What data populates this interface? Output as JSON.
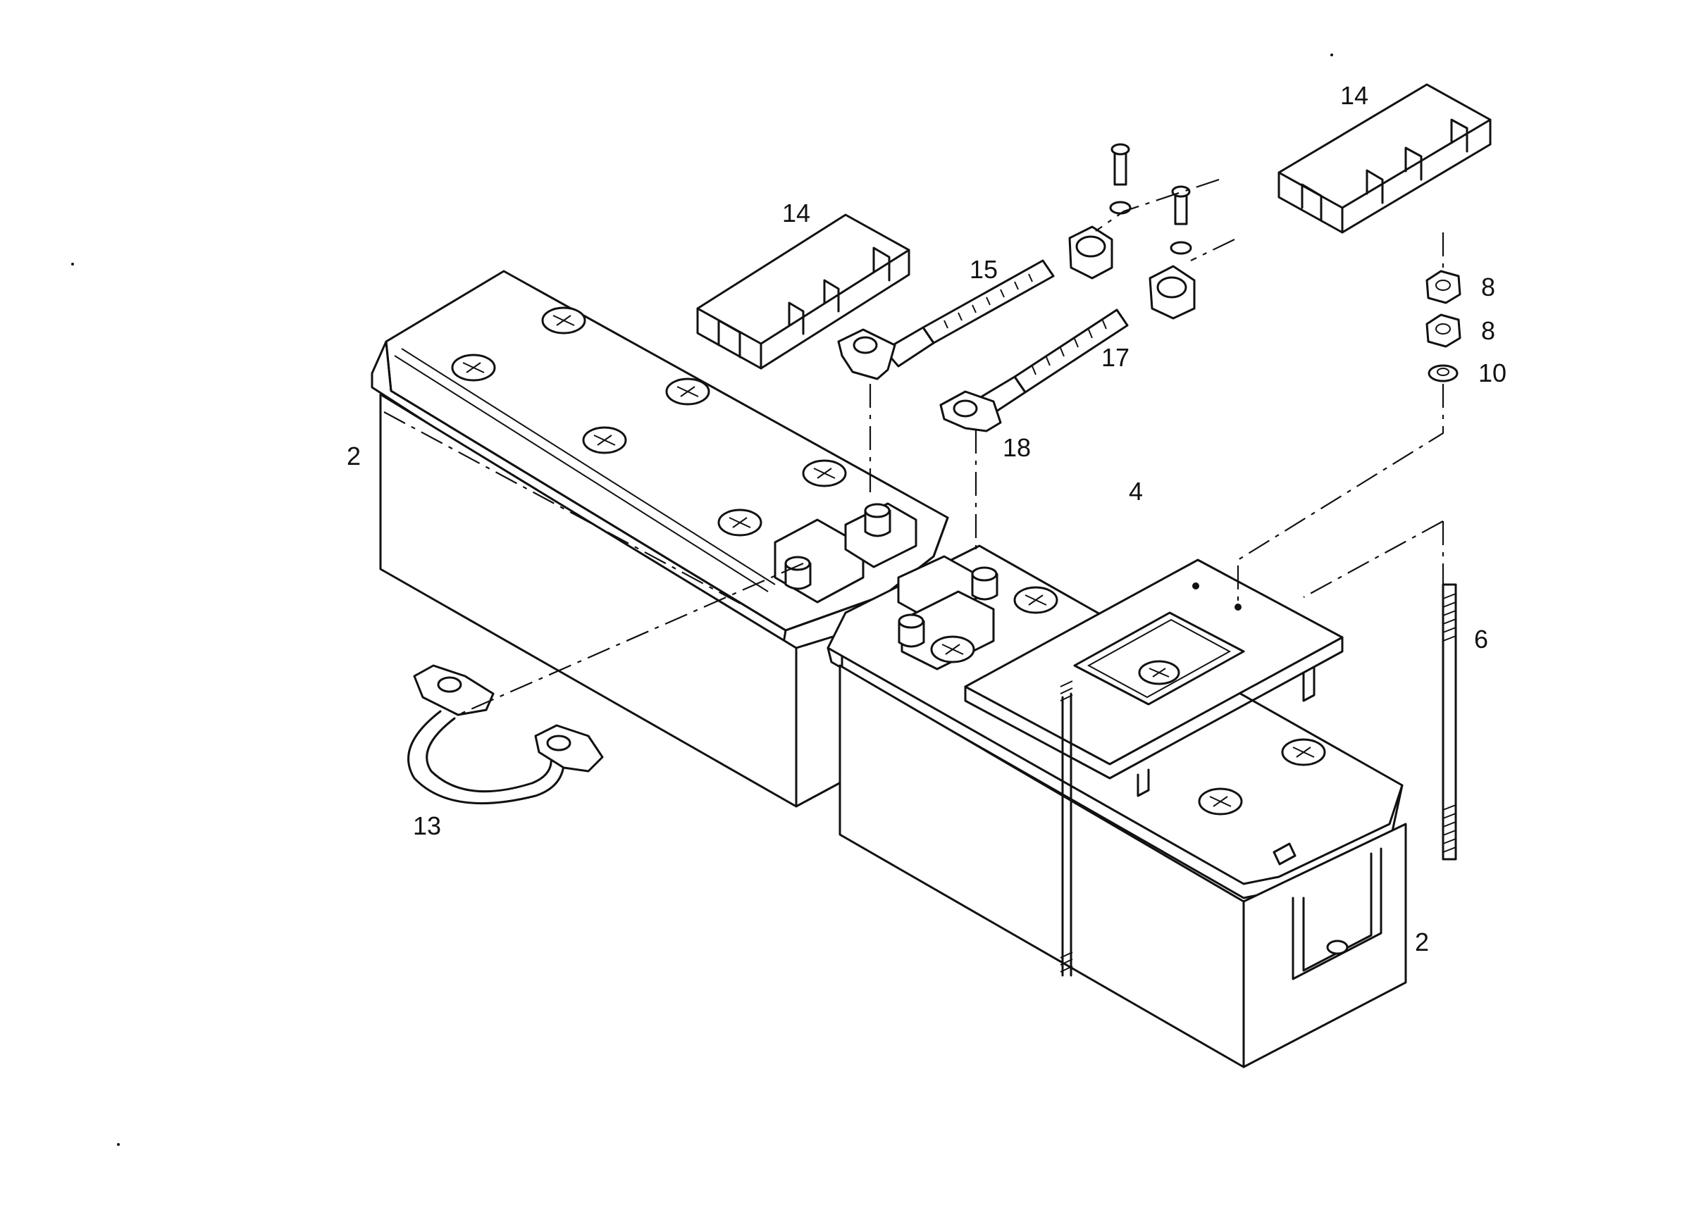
{
  "diagram": {
    "callouts": [
      {
        "id": "left-battery",
        "text": "2"
      },
      {
        "id": "right-battery",
        "text": "2"
      },
      {
        "id": "clamp-plate",
        "text": "4"
      },
      {
        "id": "threaded-rod",
        "text": "6"
      },
      {
        "id": "nut-upper",
        "text": "8"
      },
      {
        "id": "nut-lower",
        "text": "8"
      },
      {
        "id": "washer",
        "text": "10"
      },
      {
        "id": "bridge-cable",
        "text": "13"
      },
      {
        "id": "terminal-cover-left",
        "text": "14"
      },
      {
        "id": "terminal-cover-right",
        "text": "14"
      },
      {
        "id": "cable-15",
        "text": "15"
      },
      {
        "id": "cable-17",
        "text": "17"
      },
      {
        "id": "terminal-18",
        "text": "18"
      }
    ]
  }
}
